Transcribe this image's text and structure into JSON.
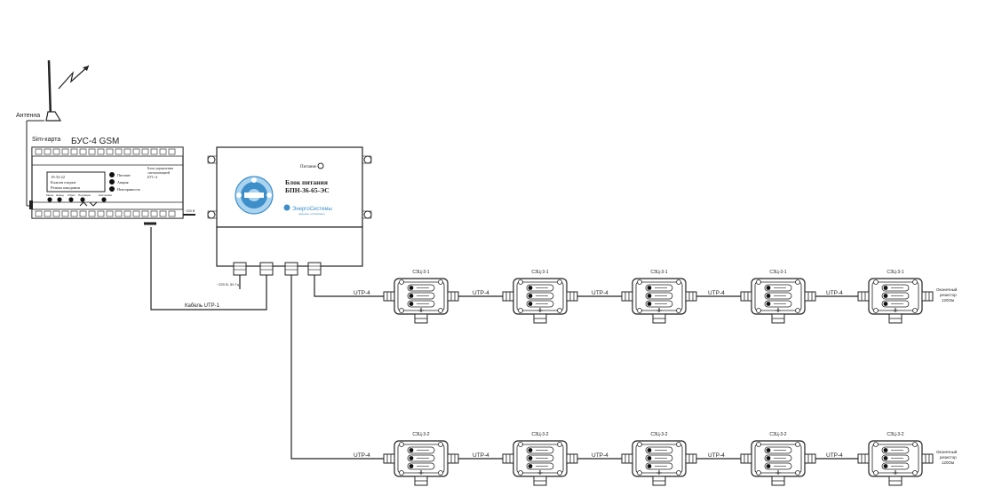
{
  "controller": {
    "title": "БУС-4 GSM",
    "antenna_label": "Антенна",
    "sim_label": "Sim-карта",
    "lcd_line1": "19:33:22",
    "lcd_line2": "Клапан открыт",
    "lcd_line3": "Режим ожидания",
    "led_labels": [
      "Питание",
      "Авария",
      "Неисправность"
    ],
    "right_text": [
      "Блок управления",
      "сигнализацией",
      "БУС-4"
    ],
    "buttons": [
      "Меню",
      "Назад",
      "Сброс",
      "Подтверж.",
      "Настройка"
    ],
    "power_note": "~220 В"
  },
  "psu": {
    "status_label": "Питание",
    "title_line1": "Блок питания",
    "title_line2": "БПН-36-65-ЭС",
    "brand": "ЭнергоСистемы",
    "brand_sub": "надежно и безопасно",
    "mains_label": "~220 В, 50 Гц"
  },
  "connections": {
    "cable_label": "Кабель UTP-1",
    "link_label": "UTP-4"
  },
  "rows": [
    {
      "sensor_label": "СЗЦ-3-1",
      "terminator": [
        "Оконечный",
        "резистор",
        "120Ом"
      ]
    },
    {
      "sensor_label": "СЗЦ-3-2",
      "terminator": [
        "Оконечный",
        "резистор",
        "120Ом"
      ]
    }
  ],
  "colors": {
    "line": "#222222",
    "logo_blue": "#3d8ec9",
    "logo_light": "#a9d3ef"
  }
}
